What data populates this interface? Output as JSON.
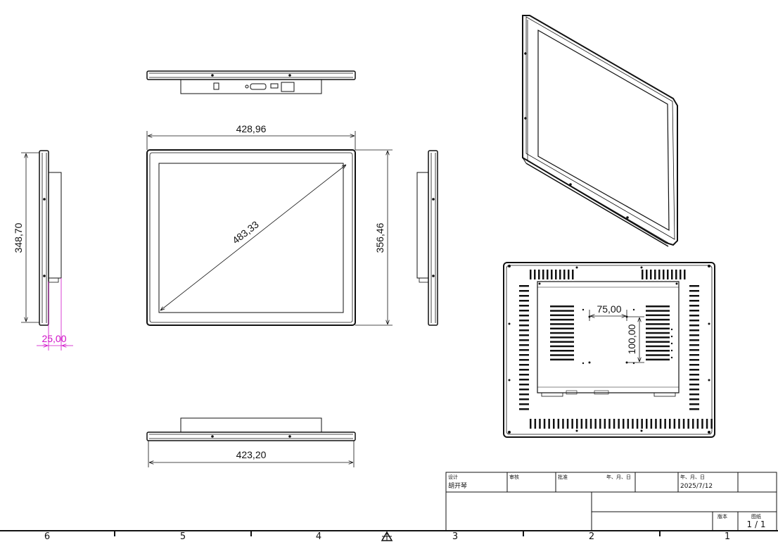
{
  "dimensions": {
    "top_width": "428,96",
    "diagonal": "483,33",
    "front_height": "356,46",
    "side_height": "348,70",
    "side_depth": "25,00",
    "bottom_width": "423,20",
    "vesa_horizontal": "75,00",
    "vesa_vertical": "100,00"
  },
  "title_block": {
    "design_label": "设计",
    "designer": "胡开琴",
    "review_label": "审核",
    "approve_label": "批准",
    "date_label_1": "年、月、日",
    "date_label_2": "年、月、日",
    "date_value": "2025/7/12",
    "version_label": "版本",
    "sheet_label": "图纸",
    "sheet_value": "1 / 1"
  },
  "zones": [
    "6",
    "5",
    "4",
    "3",
    "2",
    "1"
  ],
  "colors": {
    "line": "#111111",
    "accent_dimension": "#d010c8"
  }
}
